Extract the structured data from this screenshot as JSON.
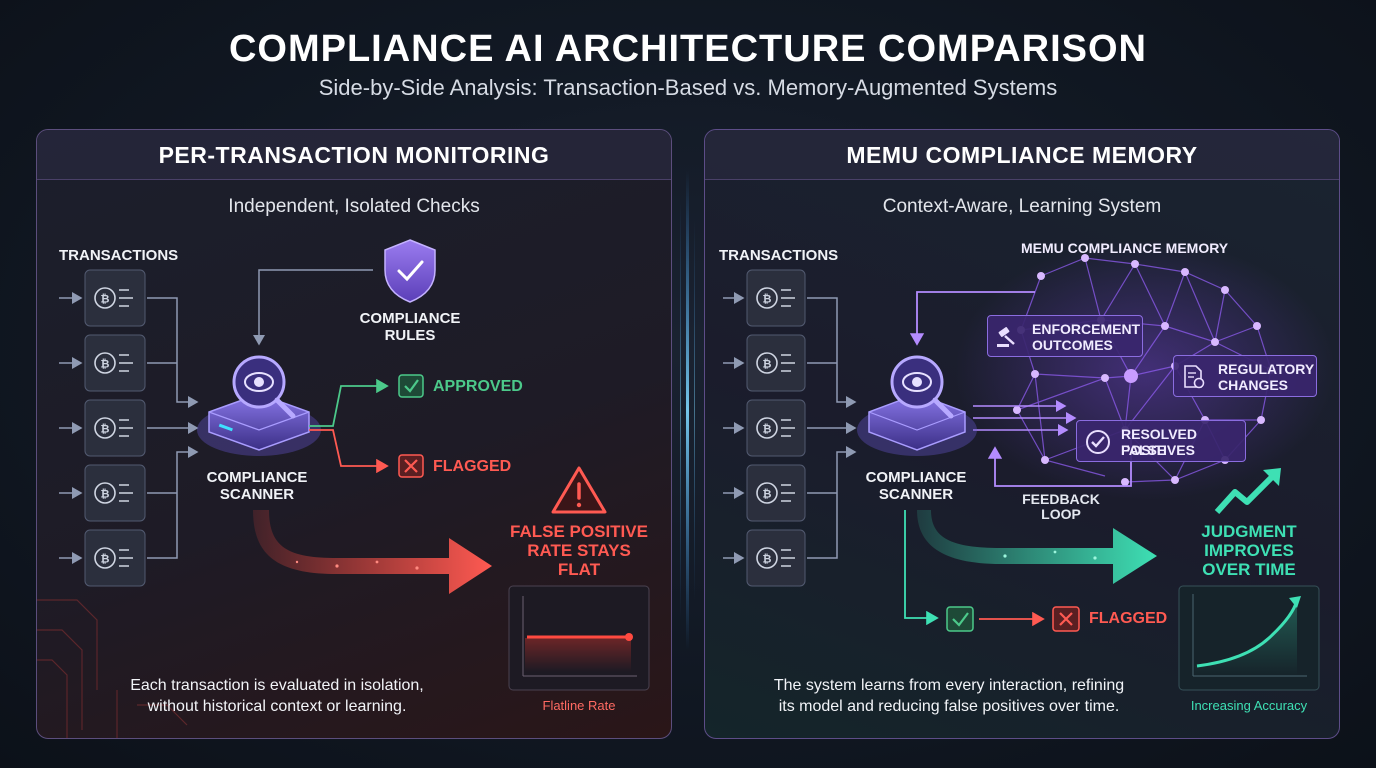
{
  "title": "COMPLIANCE AI ARCHITECTURE COMPARISON",
  "subtitle": "Side-by-Side Analysis: Transaction-Based vs. Memory-Augmented Systems",
  "left_panel": {
    "header": "PER-TRANSACTION MONITORING",
    "subheader": "Independent, Isolated Checks",
    "transactions_label": "TRANSACTIONS",
    "rules_label_1": "COMPLIANCE",
    "rules_label_2": "RULES",
    "scanner_label_1": "COMPLIANCE",
    "scanner_label_2": "SCANNER",
    "approved": "APPROVED",
    "flagged": "FLAGGED",
    "result_1": "FALSE POSITIVE",
    "result_2": "RATE STAYS",
    "result_3": "FLAT",
    "chart_caption": "Flatline Rate",
    "footer_1": "Each transaction is evaluated in isolation,",
    "footer_2": "without historical context or learning."
  },
  "right_panel": {
    "header": "MEMU COMPLIANCE MEMORY",
    "subheader": "Context-Aware, Learning System",
    "transactions_label": "TRANSACTIONS",
    "memory_label": "MEMU COMPLIANCE MEMORY",
    "card_enforcement_1": "ENFORCEMENT",
    "card_enforcement_2": "OUTCOMES",
    "card_regulatory_1": "REGULATORY",
    "card_regulatory_2": "CHANGES",
    "card_resolved_1": "RESOLVED FALSE",
    "card_resolved_2": "POSITIVES",
    "scanner_label_1": "COMPLIANCE",
    "scanner_label_2": "SCANNER",
    "feedback_1": "FEEDBACK",
    "feedback_2": "LOOP",
    "flagged": "FLAGGED",
    "result_1": "JUDGMENT",
    "result_2": "IMPROVES",
    "result_3": "OVER TIME",
    "chart_caption": "Increasing Accuracy",
    "footer_1": "The system learns from every interaction, refining",
    "footer_2": "its model and reducing false positives over time."
  },
  "colors": {
    "approved_green": "#4cc98a",
    "flagged_red": "#ff5a52",
    "memory_purple": "#8b6de0",
    "learning_teal": "#3ee0b4"
  },
  "icons": [
    "bitcoin-icon",
    "shield-check-icon",
    "scanner-eye-icon",
    "check-icon",
    "x-icon",
    "warning-icon",
    "gavel-icon",
    "document-gear-icon",
    "check-circle-icon",
    "trend-up-icon"
  ]
}
